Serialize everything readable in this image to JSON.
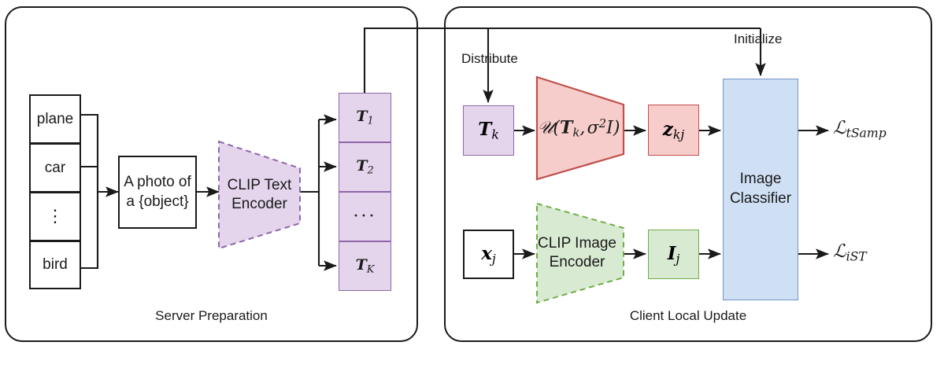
{
  "figure": {
    "title": "Federated CLIP text-sampling framework diagram",
    "panels": [
      {
        "id": "server",
        "caption": "Server Preparation"
      },
      {
        "id": "client",
        "caption": "Client Local Update"
      }
    ]
  },
  "server": {
    "class_stack": {
      "items": [
        "plane",
        "car",
        "⋮",
        "bird"
      ]
    },
    "prompt_box": {
      "line1": "A photo of",
      "line2": "a {object}"
    },
    "text_encoder": {
      "line1": "CLIP Text",
      "line2": "Encoder",
      "fill": "#e4d5ec",
      "stroke": "#8e66a8",
      "border_style": "dashed"
    },
    "text_feature_stack": {
      "items": [
        {
          "base": "T",
          "sub": "1"
        },
        {
          "base": "T",
          "sub": "2"
        },
        {
          "base": "···",
          "sub": ""
        },
        {
          "base": "T",
          "sub": "K"
        }
      ],
      "fill": "#e4d5ec",
      "stroke": "#8e66a8"
    }
  },
  "client": {
    "edge_labels": {
      "distribute": "Distribute",
      "initialize": "Initialize"
    },
    "text_feature": {
      "base": "T",
      "sub": "k",
      "fill": "#e4d5ec",
      "stroke": "#8e66a8"
    },
    "gaussian": {
      "label": "𝒩(𝑻ₖ, σ²𝐼)",
      "fill": "#f6cdcb",
      "stroke": "#c0504d",
      "border_style": "solid"
    },
    "sampled_feature": {
      "base": "z",
      "sub": "kj",
      "fill": "#f6cdcb",
      "stroke": "#c0504d"
    },
    "image_input": {
      "base": "x",
      "sub": "j",
      "fill": "#ffffff",
      "stroke": "#1a1a1a"
    },
    "image_encoder": {
      "line1": "CLIP Image",
      "line2": "Encoder",
      "fill": "#d9ead3",
      "stroke": "#70ad47",
      "border_style": "dashed"
    },
    "image_feature": {
      "base": "I",
      "sub": "j",
      "fill": "#d9ead3",
      "stroke": "#70ad47"
    },
    "classifier": {
      "line1": "Image",
      "line2": "Classifier",
      "fill": "#cfe0f5",
      "stroke": "#6f94c4"
    },
    "losses": [
      {
        "symbol": "ℒ",
        "sub": "tSamp"
      },
      {
        "symbol": "ℒ",
        "sub": "iST"
      }
    ]
  },
  "colors": {
    "ink": "#1a1a1a",
    "purple_fill": "#e4d5ec",
    "purple_stroke": "#8e66a8",
    "red_fill": "#f6cdcb",
    "red_stroke": "#c0504d",
    "green_fill": "#d9ead3",
    "green_stroke": "#70ad47",
    "blue_fill": "#cfe0f5",
    "blue_stroke": "#6f94c4"
  }
}
